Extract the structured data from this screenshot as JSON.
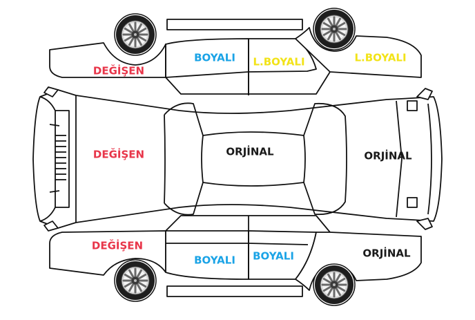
{
  "status_legend": {
    "changed": "DEĞİŞEN",
    "painted": "BOYALI",
    "locally_painted": "L.BOYALI",
    "original": "ORJİNAL"
  },
  "colors": {
    "changed": "#e8364a",
    "painted": "#1aa3e6",
    "locally_painted": "#f2e318",
    "original": "#1a1a1a",
    "outline": "#111111"
  },
  "panels": {
    "top_front_fender": {
      "status": "DEĞİŞEN"
    },
    "top_front_door": {
      "status": "BOYALI"
    },
    "top_rear_door": {
      "status": "L.BOYALI"
    },
    "top_rear_fender": {
      "status": "L.BOYALI"
    },
    "hood": {
      "status": "DEĞİŞEN"
    },
    "roof": {
      "status": "ORJİNAL"
    },
    "trunk": {
      "status": "ORJİNAL"
    },
    "bottom_front_fender": {
      "status": "DEĞİŞEN"
    },
    "bottom_front_door": {
      "status": "BOYALI"
    },
    "bottom_rear_door": {
      "status": "BOYALI"
    },
    "bottom_rear_fender": {
      "status": "ORJİNAL"
    }
  },
  "icons": {
    "wheel": "wheel-icon"
  }
}
